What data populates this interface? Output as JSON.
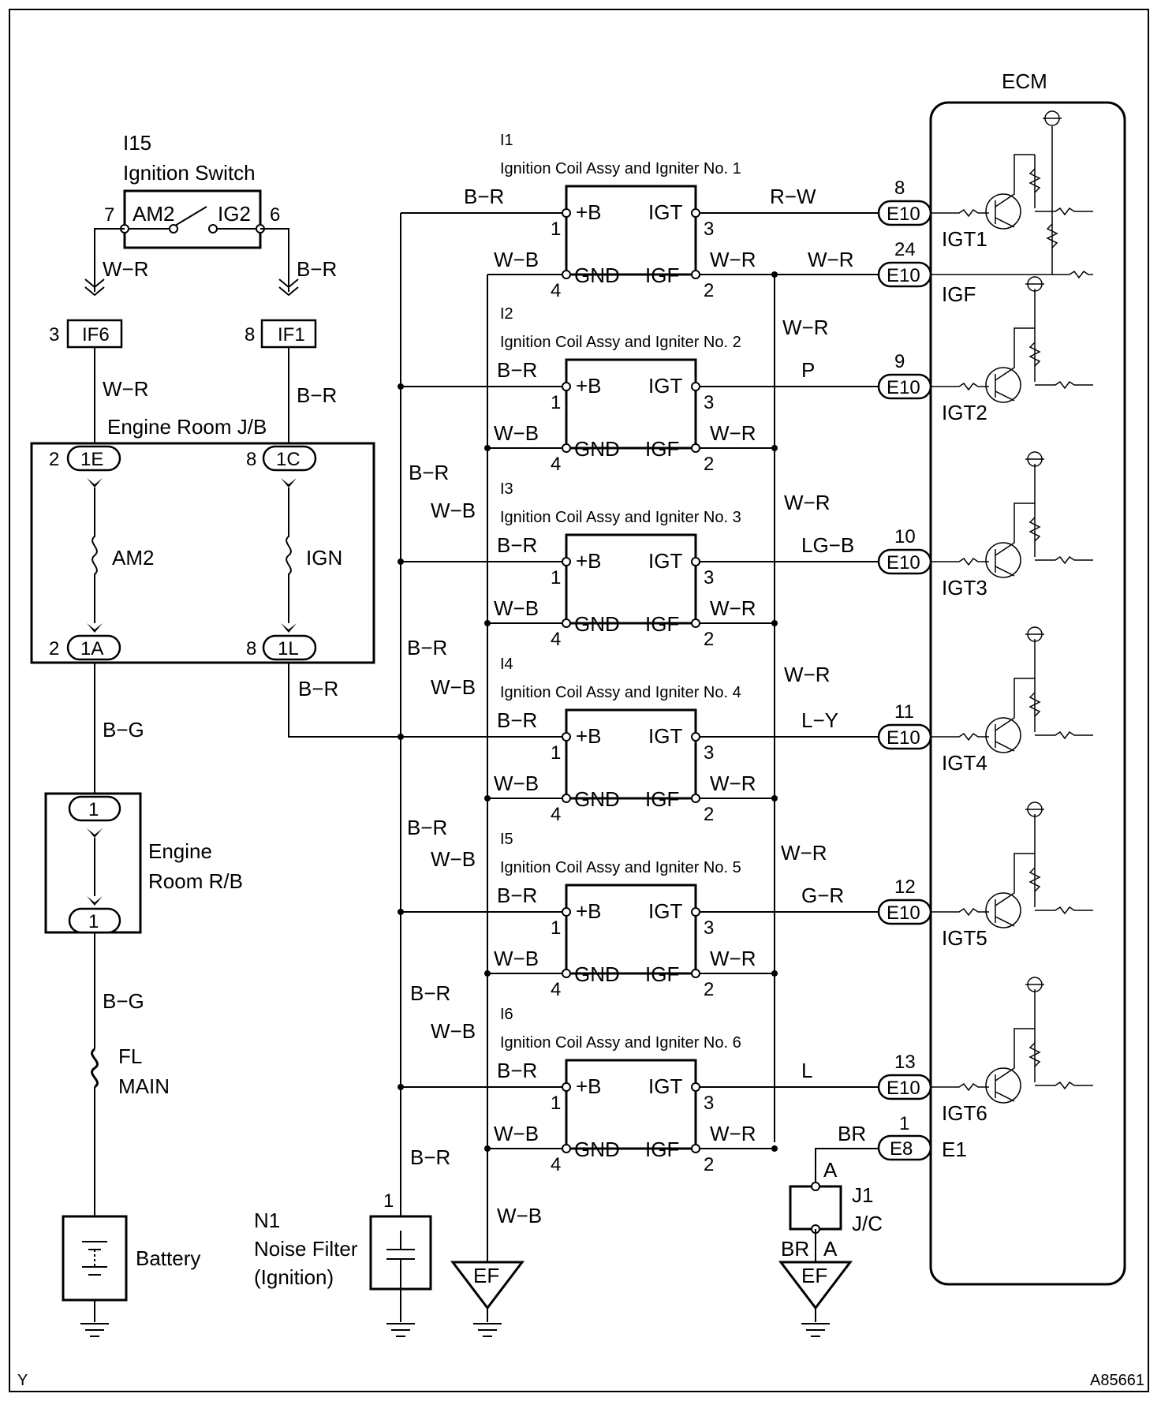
{
  "ecm": {
    "title": "ECM",
    "outputs": [
      "IGT1",
      "IGF",
      "IGT2",
      "IGT3",
      "IGT4",
      "IGT5",
      "IGT6"
    ],
    "ground": "E1"
  },
  "ignition_switch": {
    "id": "I15",
    "name": "Ignition Switch",
    "terminals": [
      "AM2",
      "IG2"
    ],
    "pins": [
      "7",
      "6"
    ]
  },
  "connectors": {
    "if6": "IF6",
    "if1": "IF1",
    "e10": "E10",
    "e8": "E8",
    "jb_1e": "1E",
    "jb_1c": "1C",
    "jb_1a": "1A",
    "jb_1l": "1L",
    "rb_1": "1"
  },
  "pin_numbers": {
    "if6": "3",
    "if1": "8",
    "jb_1e": "2",
    "jb_1c": "8",
    "jb_1a": "2",
    "jb_1l": "8",
    "e8": "1",
    "n1": "1",
    "e10": [
      "8",
      "24",
      "9",
      "10",
      "11",
      "12",
      "13"
    ]
  },
  "engine_room_jb": {
    "title": "Engine Room J/B",
    "fuses": [
      "AM2",
      "IGN"
    ]
  },
  "engine_room_rb": {
    "line1": "Engine",
    "line2": "Room R/B"
  },
  "fl_main": {
    "line1": "FL",
    "line2": "MAIN"
  },
  "battery": "Battery",
  "noise_filter": {
    "id": "N1",
    "line1": "Noise Filter",
    "line2": "(Ignition)"
  },
  "jc": {
    "id": "J1",
    "name": "J/C",
    "pin": "A"
  },
  "ground_ef": "EF",
  "coils": [
    {
      "id": "I1",
      "name": "Ignition Coil Assy and Igniter No. 1",
      "igt_wire": "R−W"
    },
    {
      "id": "I2",
      "name": "Ignition Coil Assy and Igniter No. 2",
      "igt_wire": "P"
    },
    {
      "id": "I3",
      "name": "Ignition Coil Assy and Igniter No. 3",
      "igt_wire": "LG−B"
    },
    {
      "id": "I4",
      "name": "Ignition Coil Assy and Igniter No. 4",
      "igt_wire": "L−Y"
    },
    {
      "id": "I5",
      "name": "Ignition Coil Assy and Igniter No. 5",
      "igt_wire": "G−R"
    },
    {
      "id": "I6",
      "name": "Ignition Coil Assy and Igniter No. 6",
      "igt_wire": "L"
    }
  ],
  "coil_terminals": {
    "b": "+B",
    "gnd": "GND",
    "igt": "IGT",
    "igf": "IGF",
    "p1": "1",
    "p2": "2",
    "p3": "3",
    "p4": "4"
  },
  "wire_colors": {
    "wr": "W−R",
    "br": "B−R",
    "bg": "B−G",
    "wb": "W−B",
    "brown": "BR"
  },
  "footer": {
    "left": "Y",
    "right": "A85661"
  }
}
